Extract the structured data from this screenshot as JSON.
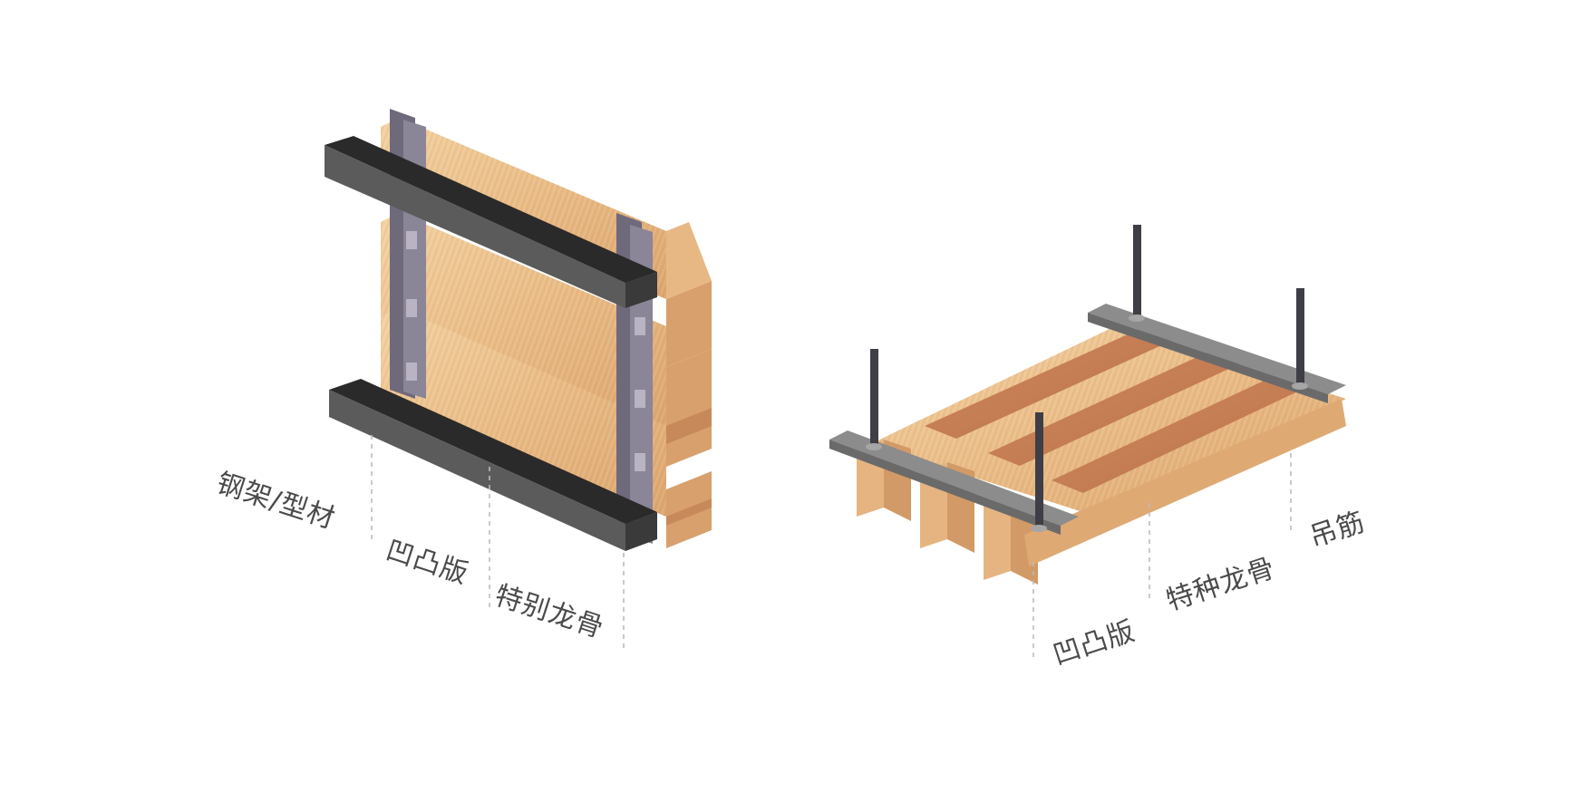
{
  "diagram": {
    "left_assembly": {
      "labels": {
        "steel_frame": "钢架/型材",
        "panel": "凹凸版",
        "keel": "特别龙骨"
      }
    },
    "right_assembly": {
      "labels": {
        "panel": "凹凸版",
        "keel": "特种龙骨",
        "hanger": "吊筋"
      }
    }
  },
  "colors": {
    "wood_light": "#f0c995",
    "wood_mid": "#e2ae78",
    "wood_dark": "#c9895a",
    "wood_deep": "#b86f47",
    "steel_top": "#2a2a2a",
    "steel_side": "#5b5b5b",
    "bracket_purple": "#6e6a7c",
    "rail_gray": "#8c8c8c",
    "rod_dark": "#3e3e46",
    "label_text": "#4a4a4a",
    "leader_line": "#bcbcbc"
  }
}
